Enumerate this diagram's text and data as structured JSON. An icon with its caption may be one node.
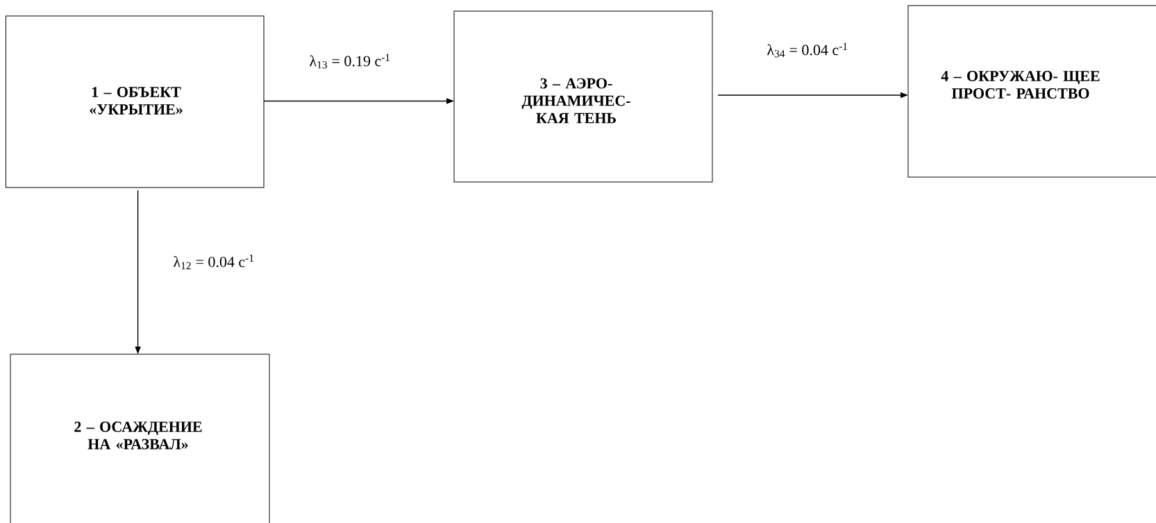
{
  "diagram": {
    "nodes": [
      {
        "text": [
          "1 – ОБЪЕКТ «УКРЫТИЕ»"
        ]
      },
      {
        "text": [
          "2 – ОСАЖДЕНИЕ НА «РАЗВАЛ»"
        ]
      },
      {
        "text": [
          "3 – АЭРО- ДИНАМИЧЕС- КАЯ ТЕНЬ"
        ]
      },
      {
        "text": [
          "4 – ОКРУЖАЮ- ЩЕЕ ПРОСТ- РАНСТВО"
        ]
      }
    ],
    "edges": [
      {
        "from": 0,
        "to": 2,
        "arrow": "to",
        "label": "λ$_{13}$ = 0.19 с$^{-1}$"
      },
      {
        "from": 2,
        "to": 3,
        "arrow": "to",
        "label": "λ$_{34}$ = 0.04 с$^{-1}$"
      },
      {
        "from": 0,
        "to": 1,
        "arrow": "to",
        "label": "λ$_{12}$ = 0.04 с$^{-1}$"
      }
    ]
  }
}
